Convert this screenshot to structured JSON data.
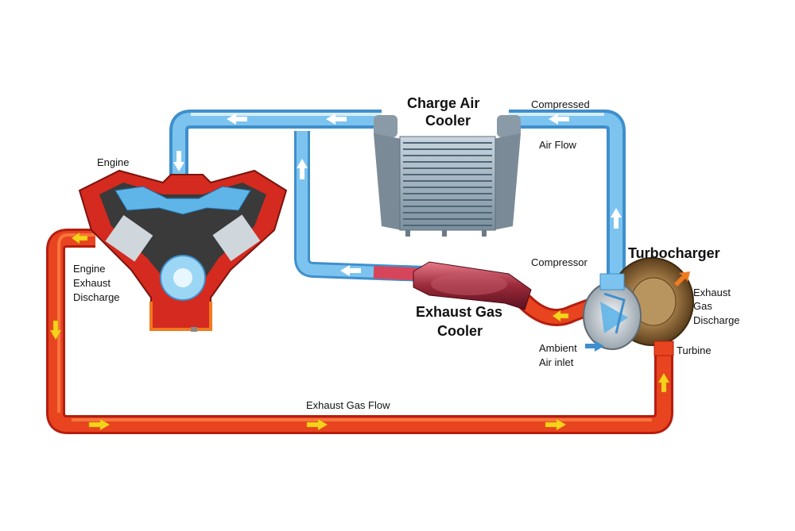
{
  "labels": {
    "engine": "Engine",
    "engine_exhaust_1": "Engine",
    "engine_exhaust_2": "Exhaust",
    "engine_exhaust_3": "Discharge",
    "charge_air_cooler_1": "Charge Air",
    "charge_air_cooler_2": "Cooler",
    "compressed_1": "Compressed",
    "compressed_2": "Air Flow",
    "compressor": "Compressor",
    "turbocharger": "Turbocharger",
    "exhaust_gas_cooler_1": "Exhaust Gas",
    "exhaust_gas_cooler_2": "Cooler",
    "exhaust_discharge_1": "Exhaust",
    "exhaust_discharge_2": "Gas",
    "exhaust_discharge_3": "Discharge",
    "ambient_1": "Ambient",
    "ambient_2": "Air inlet",
    "turbine": "Turbine",
    "exhaust_gas_flow": "Exhaust Gas Flow"
  },
  "colors": {
    "cold_pipe": "#5fb4e8",
    "cold_pipe_light": "#bfe4fa",
    "hot_pipe": "#e3321e",
    "hot_pipe_dark": "#b51d10",
    "flow_arrow_hot": "#f7d21c",
    "flow_arrow_cold": "#ffffff",
    "engine_red": "#d42a1f",
    "engine_dark": "#3a3a3a",
    "cooler_fin": "#8aa2b4",
    "exhaust_cooler": "#9a2a3a"
  }
}
